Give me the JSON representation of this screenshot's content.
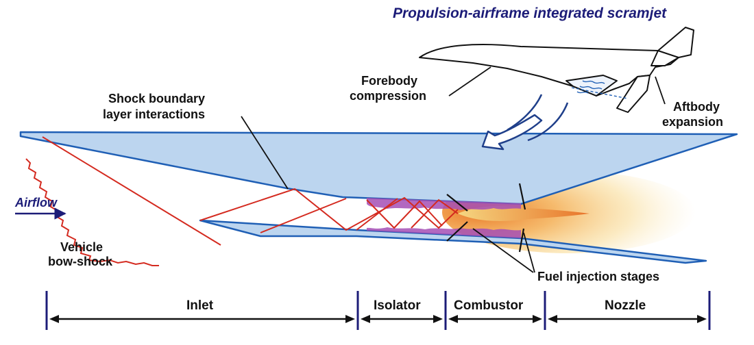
{
  "title": "Propulsion-airframe integrated scramjet",
  "labels": {
    "forebody_line1": "Forebody",
    "forebody_line2": "compression",
    "aftbody_line1": "Aftbody",
    "aftbody_line2": "expansion",
    "shock_line1": "Shock boundary",
    "shock_line2": "layer interactions",
    "airflow": "Airflow",
    "bowshock_line1": "Vehicle",
    "bowshock_line2": "bow-shock",
    "fuel": "Fuel injection stages"
  },
  "sections": [
    "Inlet",
    "Isolator",
    "Combustor",
    "Nozzle"
  ],
  "colors": {
    "body_fill": "#bcd5ef",
    "body_stroke": "#1f5fb5",
    "shock": "#d42a1f",
    "combustion": "#a44fb5",
    "title": "#1c1c78",
    "plume": "#f2a23a"
  }
}
